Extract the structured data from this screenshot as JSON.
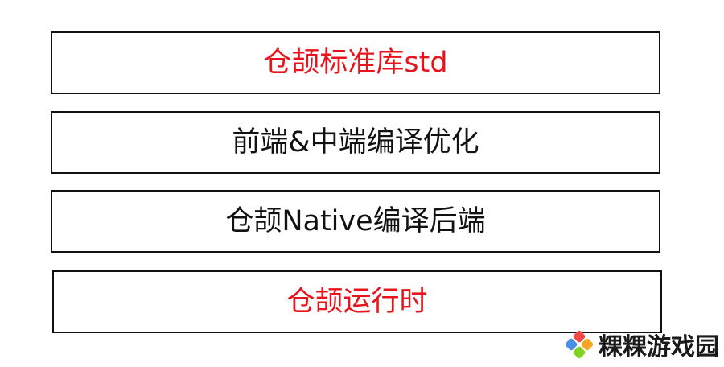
{
  "layers": [
    {
      "label": "仓颉标准库std",
      "color": "#e8141c"
    },
    {
      "label": "前端&中端编译优化",
      "color": "#111111"
    },
    {
      "label": "仓颉Native编译后端",
      "color": "#111111"
    },
    {
      "label": "仓颉运行时",
      "color": "#e8141c"
    }
  ],
  "watermark": {
    "text": "粿粿游戏园",
    "logo_icon": "puzzle-logo-icon",
    "logo_colors": [
      "#f04a4a",
      "#f5a623",
      "#7ed321",
      "#4a90e2"
    ]
  }
}
